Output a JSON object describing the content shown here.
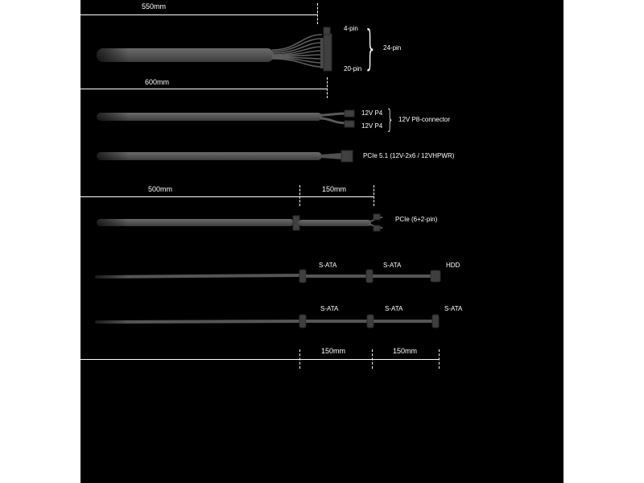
{
  "colors": {
    "background": "#000000",
    "cable": "#5a5a5a",
    "cable_dark": "#3a3a3a",
    "connector": "#4a4a4a",
    "text": "#ffffff"
  },
  "dimensions": {
    "d550": "550mm",
    "d600": "600mm",
    "d500": "500mm",
    "d150_top": "150mm",
    "d150_bottom_a": "150mm",
    "d150_bottom_b": "150mm"
  },
  "atx": {
    "pin4": "4-pin",
    "pin20": "20-pin",
    "pin24": "24-pin"
  },
  "eps": {
    "p4a": "12V P4",
    "p4b": "12V P4",
    "p8": "12V P8-connector"
  },
  "pcie5": {
    "label": "PCIe 5.1 (12V-2x6 / 12VHPWR)"
  },
  "pcie": {
    "label": "PCIe (6+2-pin)"
  },
  "sata1": {
    "c1": "S-ATA",
    "c2": "S-ATA",
    "c3": "HDD"
  },
  "sata2": {
    "c1": "S-ATA",
    "c2": "S-ATA",
    "c3": "S-ATA"
  }
}
